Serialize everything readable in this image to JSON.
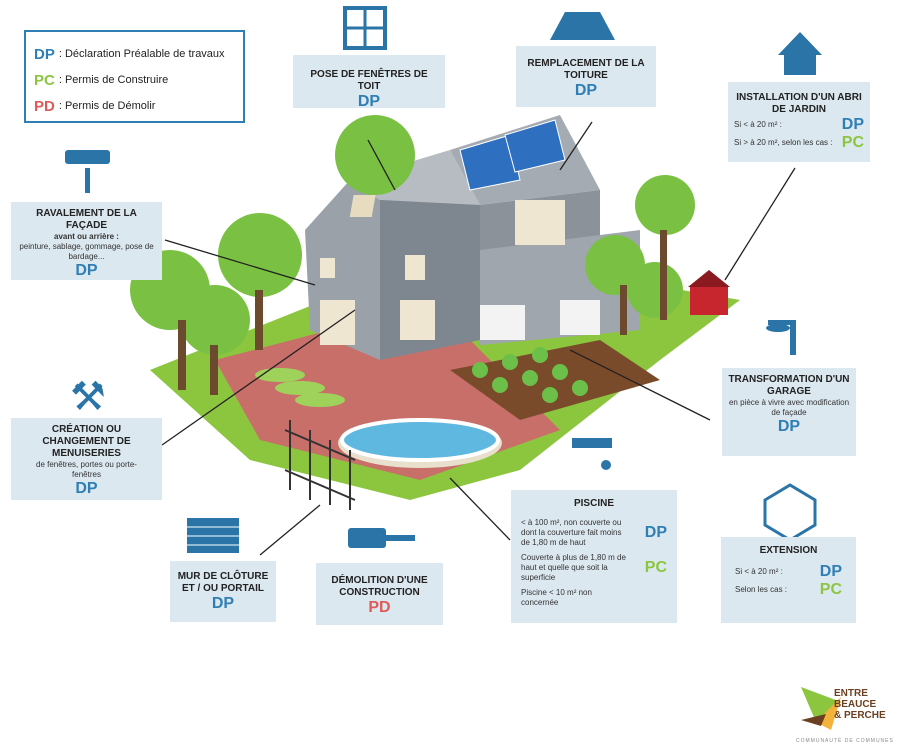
{
  "legend": [
    {
      "code": "DP",
      "text": ": Déclaration Préalable de travaux",
      "color": "#2f7fb5"
    },
    {
      "code": "PC",
      "text": ": Permis de Construire",
      "color": "#8cc63f"
    },
    {
      "code": "PD",
      "text": ": Permis de Démolir",
      "color": "#e05a5a"
    }
  ],
  "boxes": {
    "fenetres": {
      "title": "POSE DE FENÊTRES DE TOIT",
      "code": "DP"
    },
    "toiture": {
      "title": "REMPLACEMENT DE LA TOITURE",
      "code": "DP"
    },
    "abri": {
      "title": "INSTALLATION D'UN ABRI DE JARDIN",
      "r1": "Si < à 20 m² :",
      "c1": "DP",
      "r2": "Si > à 20 m², selon les cas :",
      "c2": "PC"
    },
    "ravalement": {
      "title": "RAVALEMENT DE LA FAÇADE",
      "sub": "avant ou arrière :",
      "desc": "peinture, sablage, gommage, pose de bardage...",
      "code": "DP"
    },
    "menuiseries": {
      "title": "CRÉATION OU CHANGEMENT DE MENUISERIES",
      "desc": "de fenêtres, portes ou porte-fenêtres",
      "code": "DP"
    },
    "garage": {
      "title": "TRANSFORMATION D'UN GARAGE",
      "desc": "en pièce à vivre avec modification de façade",
      "code": "DP"
    },
    "piscine": {
      "title": "PISCINE",
      "r1": "< à 100 m², non couverte ou dont la couverture fait moins de 1,80 m de haut",
      "c1": "DP",
      "r2": "Couverte à plus de 1,80 m de haut et quelle que soit la superficie",
      "c2": "PC",
      "r3": "Piscine < 10 m² non concernée"
    },
    "extension": {
      "title": "EXTENSION",
      "r1": "Si < à 20 m² :",
      "c1": "DP",
      "r2": "Selon les cas :",
      "c2": "PC"
    },
    "mur": {
      "title": "MUR DE CLÔTURE ET / OU PORTAIL",
      "code": "DP"
    },
    "demolition": {
      "title": "DÉMOLITION D'UNE CONSTRUCTION",
      "code": "PD"
    }
  },
  "logo": {
    "line1": "ENTRE",
    "line2": "BEAUCE",
    "line3": "& PERCHE",
    "tagline": "COMMUNAUTÉ DE COMMUNES"
  }
}
